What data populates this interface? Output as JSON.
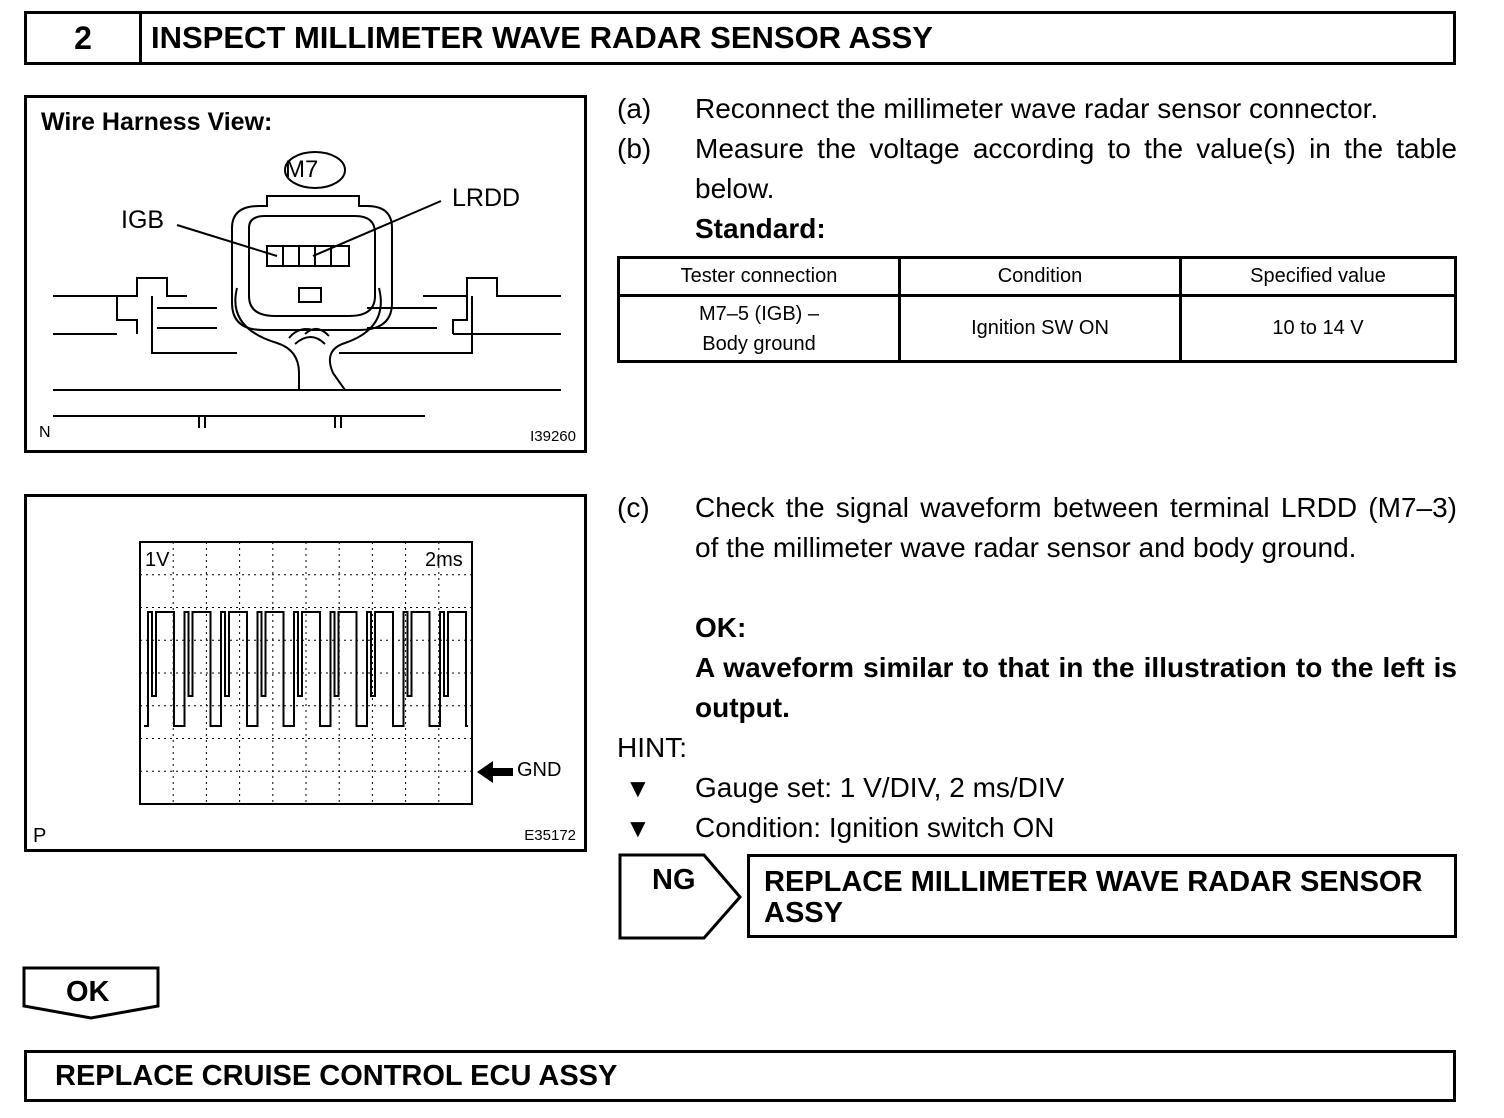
{
  "step": {
    "number": "2",
    "title": "INSPECT MILLIMETER WAVE RADAR SENSOR ASSY"
  },
  "figure1": {
    "title": "Wire Harness View:",
    "connector": "M7",
    "label_left": "IGB",
    "label_right": "LRDD",
    "corner_code": "N",
    "figure_id": "I39260"
  },
  "figure2": {
    "volts_per_div": "1V",
    "time_per_div": "2ms",
    "gnd_label": "GND",
    "corner_code": "P",
    "figure_id": "E35172"
  },
  "instructions": {
    "a_letter": "(a)",
    "a_text": "Reconnect the millimeter wave radar sensor connector.",
    "b_letter": "(b)",
    "b_text": "Measure the voltage according to the value(s) in the table below.",
    "standard_label": "Standard:",
    "c_letter": "(c)",
    "c_text": "Check the signal waveform between terminal LRDD (M7–3) of the millimeter wave radar sensor and body ground.",
    "ok_label": "OK:",
    "ok_text": "A waveform similar to that in the illustration to the left is output.",
    "hint_label": "HINT:",
    "hint_items": [
      "Gauge set: 1 V/DIV, 2 ms/DIV",
      "Condition: Ignition switch ON"
    ]
  },
  "spec_table": {
    "headers": [
      "Tester connection",
      "Condition",
      "Specified value"
    ],
    "rows": [
      {
        "connection_line1": "M7–5 (IGB) –",
        "connection_line2": "Body ground",
        "condition": "Ignition SW ON",
        "value": "10 to 14 V"
      }
    ]
  },
  "ng_branch": {
    "label": "NG",
    "action_line1": "REPLACE MILLIMETER WAVE RADAR SENSOR",
    "action_line2": "ASSY"
  },
  "ok_branch": {
    "label": "OK",
    "action": "REPLACE CRUISE CONTROL ECU ASSY"
  }
}
